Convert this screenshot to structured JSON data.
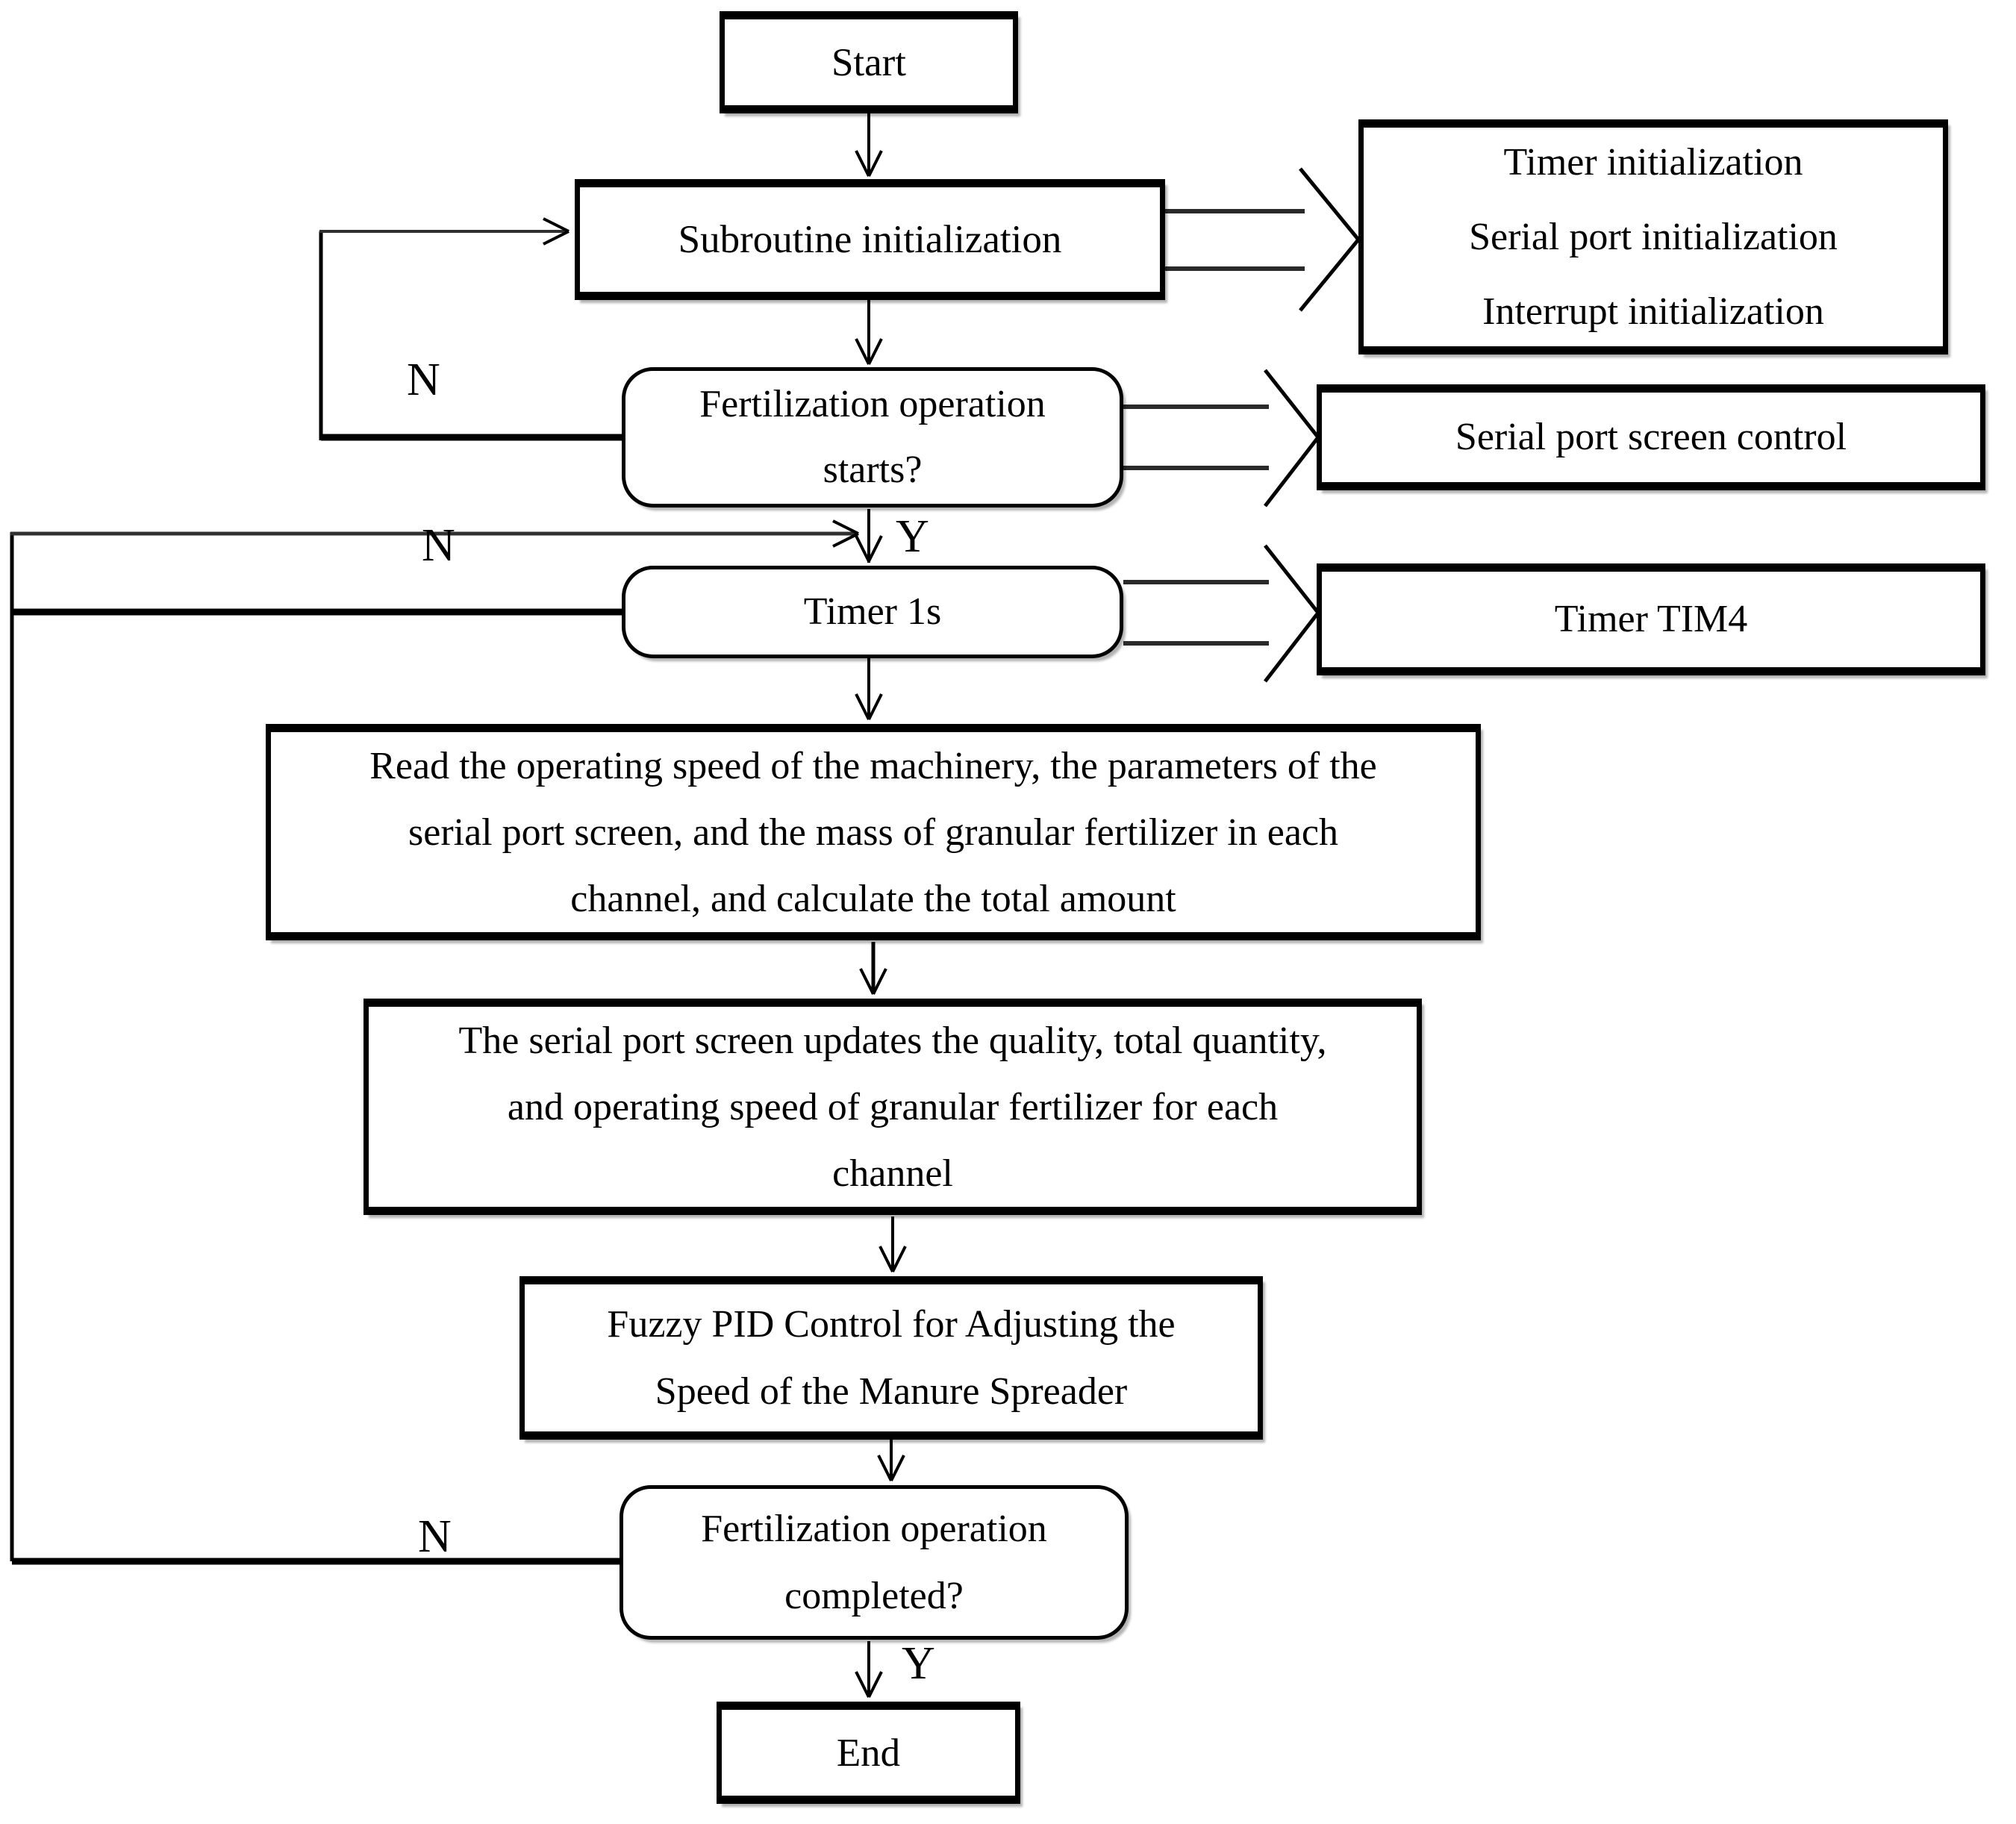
{
  "figure": {
    "type": "flowchart",
    "background": "#ffffff",
    "line_color": "#000000"
  },
  "nodes": {
    "start": {
      "label": "Start"
    },
    "subroutine": {
      "label": "Subroutine initialization"
    },
    "init_side": {
      "lines": [
        "Timer initialization",
        "Serial port initialization",
        "Interrupt initialization"
      ]
    },
    "starts": {
      "lines": [
        "Fertilization operation",
        "starts?"
      ]
    },
    "serial_side": {
      "label": "Serial port screen control"
    },
    "timer1s": {
      "label": "Timer 1s"
    },
    "tim4_side": {
      "label": "Timer TIM4"
    },
    "read": {
      "lines": [
        "Read the operating speed of the machinery, the parameters of the",
        "serial port screen, and the mass of granular fertilizer in each",
        "channel, and calculate the total amount"
      ]
    },
    "updates": {
      "lines": [
        "The serial port screen updates the quality, total quantity,",
        "and operating speed of granular fertilizer for each",
        "channel"
      ]
    },
    "fuzzy": {
      "lines": [
        "Fuzzy PID Control for Adjusting the",
        "Speed of the Manure Spreader"
      ]
    },
    "completed": {
      "lines": [
        "Fertilization operation",
        "completed?"
      ]
    },
    "end": {
      "label": "End"
    }
  },
  "edge_labels": {
    "n_starts": "N",
    "n_timer": "N",
    "n_completed": "N",
    "y_starts": "Y",
    "y_completed": "Y"
  }
}
